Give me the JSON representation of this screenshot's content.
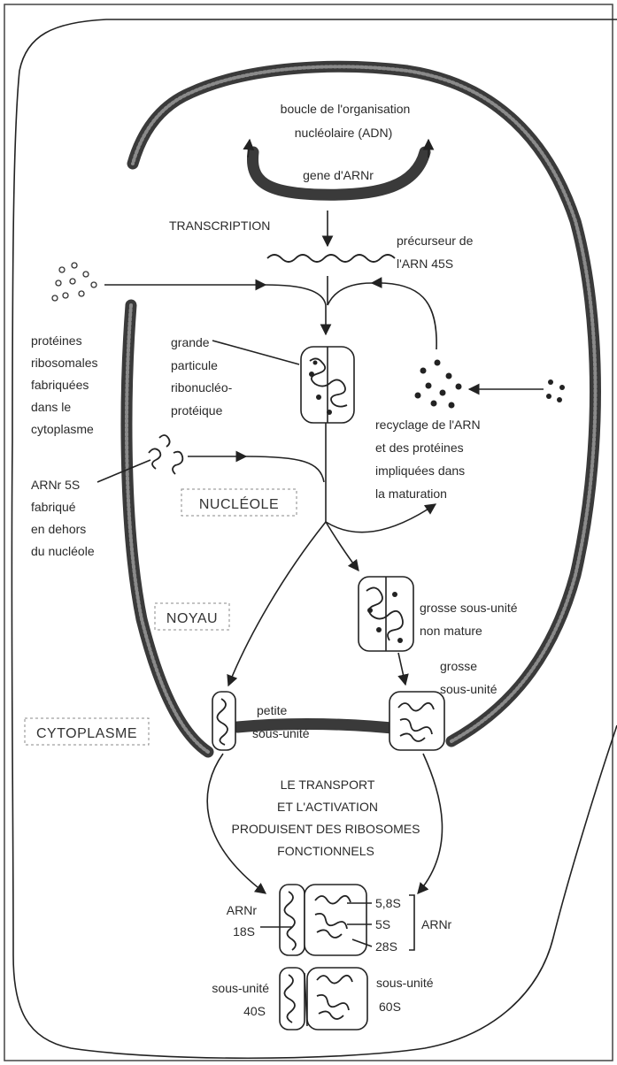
{
  "labels": {
    "loop": [
      "boucle de l'organisation",
      "nucléolaire (ADN)"
    ],
    "gene": "gene d'ARNr",
    "transcription": "TRANSCRIPTION",
    "precursor": [
      "précurseur de",
      "l'ARN 45S"
    ],
    "proteins": [
      "protéines",
      "ribosomales",
      "fabriquées",
      "dans le",
      "cytoplasme"
    ],
    "large_particle": [
      "grande",
      "particule",
      "ribonucléo-",
      "protéique"
    ],
    "recycling": [
      "recyclage de l'ARN",
      "et des protéines",
      "impliquées dans",
      "la maturation"
    ],
    "arn5s": [
      "ARNr 5S",
      "fabriqué",
      "en dehors",
      "du nucléole"
    ],
    "nucleole": "NUCLÉOLE",
    "noyau": "NOYAU",
    "immature": [
      "grosse sous-unité",
      "non mature"
    ],
    "large_subunit": [
      "grosse",
      "sous-unité"
    ],
    "small_subunit": [
      "petite",
      "sous-unité"
    ],
    "cytoplasme": "CYTOPLASME",
    "transport": [
      "LE TRANSPORT",
      "ET L'ACTIVATION",
      "PRODUISENT DES RIBOSOMES",
      "FONCTIONNELS"
    ],
    "arnr_18s": [
      "ARNr",
      "18S"
    ],
    "rrna_58s": "5,8S",
    "rrna_5s": "5S",
    "rrna_28s": "28S",
    "arnr_right": "ARNr",
    "sub40": [
      "sous-unité",
      "40S"
    ],
    "sub60": [
      "sous-unité",
      "60S"
    ]
  }
}
